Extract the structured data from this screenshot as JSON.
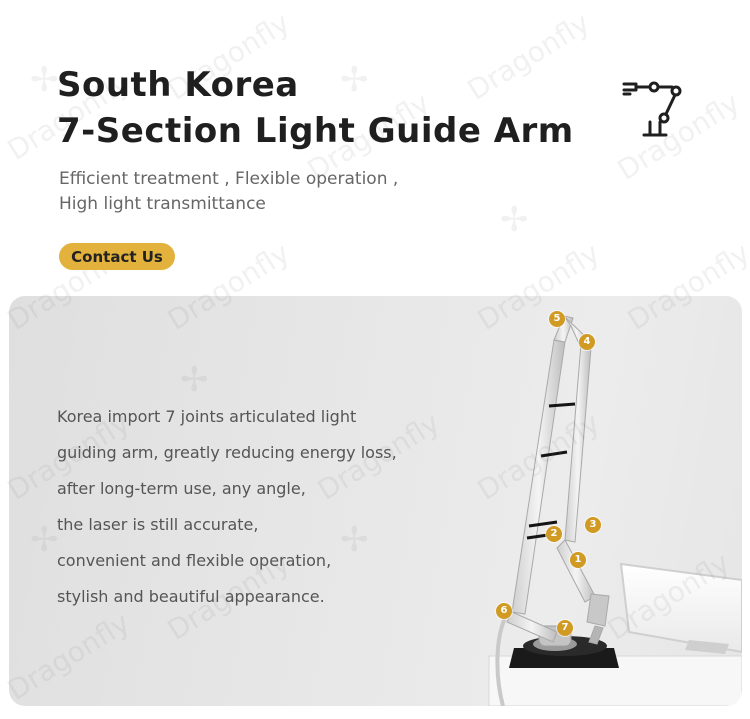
{
  "header": {
    "title_lines": [
      "South Korea",
      "7-Section Light Guide Arm"
    ],
    "subtitle_lines": [
      "Efficient treatment , Flexible operation ,",
      "High light transmittance"
    ],
    "contact_button": "Contact Us",
    "icon": "robotic-arm-icon"
  },
  "feature": {
    "description_lines": [
      "Korea import 7 joints articulated light",
      "guiding arm, greatly reducing energy loss,",
      "after long-term use, any angle,",
      "the laser is still accurate,",
      "convenient and flexible operation,",
      "stylish and beautiful appearance."
    ],
    "joint_markers": [
      "1",
      "2",
      "3",
      "4",
      "5",
      "6",
      "7"
    ]
  },
  "watermark": "Dragonfly",
  "colors": {
    "accent": "#e3b23c",
    "marker": "#d19a22",
    "title": "#1f1f1f",
    "body_text": "#555555",
    "panel": "#e5e5e5"
  }
}
